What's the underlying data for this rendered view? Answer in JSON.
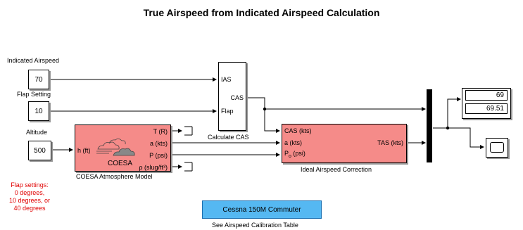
{
  "title": "True Airspeed from Indicated Airspeed Calculation",
  "inputs": {
    "ias_label": "Indicated Airspeed",
    "ias_value": "70",
    "flap_label": "Flap Setting",
    "flap_value": "10",
    "alt_label": "Altitude",
    "alt_value": "500"
  },
  "calc_cas": {
    "name": "Calculate CAS",
    "in_ias": "IAS",
    "in_flap": "Flap",
    "out_cas": "CAS"
  },
  "coesa": {
    "name": "COESA Atmosphere Model",
    "icon_text": "COESA",
    "in_h": "h (ft)",
    "out_t": "T (R)",
    "out_a": "a (kts)",
    "out_p": "P (psi)",
    "out_rho": "ρ (slug/ft³)"
  },
  "ideal": {
    "name": "Ideal Airspeed Correction",
    "in_cas": "CAS (kts)",
    "in_a": "a (kts)",
    "in_p": "P",
    "in_p_sub": "o",
    "in_p_unit": " (psi)",
    "out_tas": "TAS (kts)"
  },
  "display": {
    "value1": "69",
    "value2": "69.51"
  },
  "flap_note": {
    "line1": "Flap settings:",
    "line2": "0 degrees,",
    "line3": "10 degrees, or",
    "line4": "40 degrees"
  },
  "cessna": {
    "label": "Cessna 150M Commuter",
    "caption": "See Airspeed Calibration Table"
  },
  "colors": {
    "subsystem_fill": "#f58b89",
    "cessna_fill": "#55b8f2",
    "note_text": "#e00000"
  }
}
